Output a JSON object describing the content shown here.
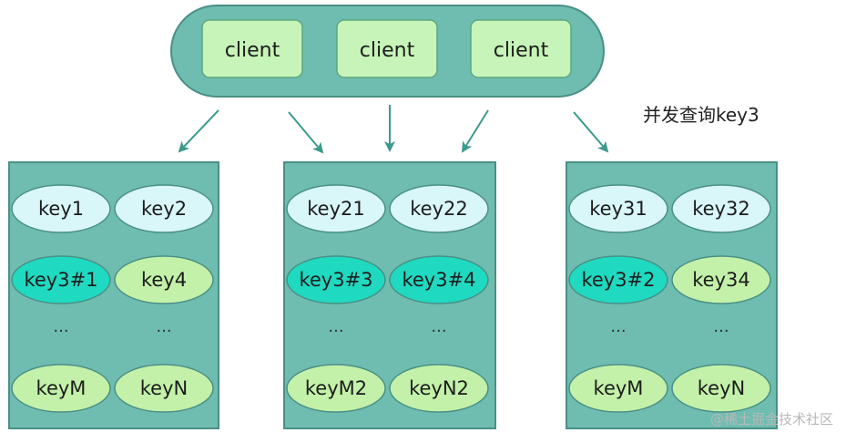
{
  "colors": {
    "container_fill": "#6fbdb0",
    "container_stroke": "#4a8f85",
    "client_fill": "#c7f4b8",
    "client_stroke": "#5ca77f",
    "key_light": "#d9f6f9",
    "key_green": "#c3f1a9",
    "key_cyan": "#1fd9c0",
    "arrow": "#3d9a8c"
  },
  "clients": [
    "client",
    "client",
    "client"
  ],
  "annotation": "并发查询key3",
  "nodes": [
    {
      "rows": [
        [
          {
            "label": "key1",
            "style": "light"
          },
          {
            "label": "key2",
            "style": "light"
          }
        ],
        [
          {
            "label": "key3#1",
            "style": "cyan"
          },
          {
            "label": "key4",
            "style": "green"
          }
        ],
        [
          {
            "label": "...",
            "style": "dots"
          },
          {
            "label": "...",
            "style": "dots"
          }
        ],
        [
          {
            "label": "keyM",
            "style": "green"
          },
          {
            "label": "keyN",
            "style": "green"
          }
        ]
      ]
    },
    {
      "rows": [
        [
          {
            "label": "key21",
            "style": "light"
          },
          {
            "label": "key22",
            "style": "light"
          }
        ],
        [
          {
            "label": "key3#3",
            "style": "cyan"
          },
          {
            "label": "key3#4",
            "style": "cyan"
          }
        ],
        [
          {
            "label": "...",
            "style": "dots"
          },
          {
            "label": "...",
            "style": "dots"
          }
        ],
        [
          {
            "label": "keyM2",
            "style": "green"
          },
          {
            "label": "keyN2",
            "style": "green"
          }
        ]
      ]
    },
    {
      "rows": [
        [
          {
            "label": "key31",
            "style": "light"
          },
          {
            "label": "key32",
            "style": "light"
          }
        ],
        [
          {
            "label": "key3#2",
            "style": "cyan"
          },
          {
            "label": "key34",
            "style": "green"
          }
        ],
        [
          {
            "label": "...",
            "style": "dots"
          },
          {
            "label": "...",
            "style": "dots"
          }
        ],
        [
          {
            "label": "keyM",
            "style": "green"
          },
          {
            "label": "keyN",
            "style": "green"
          }
        ]
      ]
    }
  ],
  "watermark": "@稀土掘金技术社区"
}
